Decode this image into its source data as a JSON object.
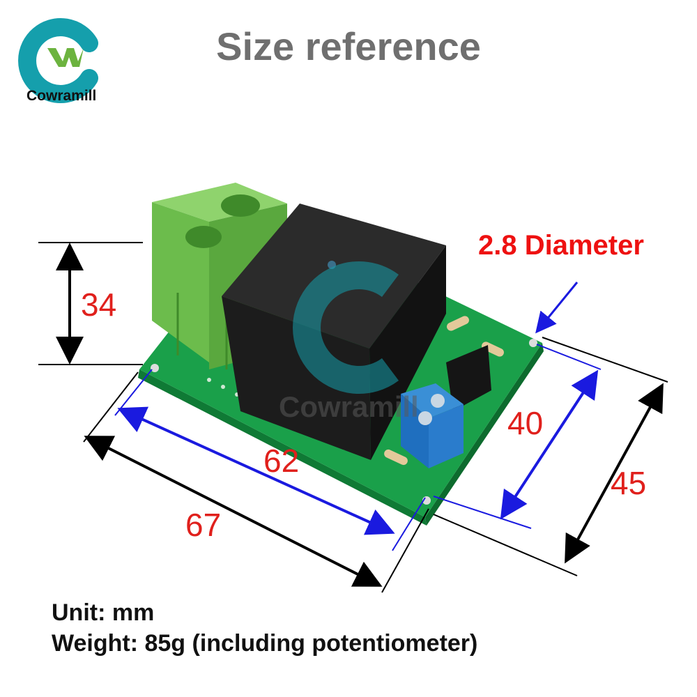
{
  "header": {
    "title": "Size reference"
  },
  "logo": {
    "brand_name": "Cowramill",
    "colors": {
      "ring": "#159fac",
      "mark": "#6cb33f"
    }
  },
  "watermark": {
    "text": "Cowramill"
  },
  "dimensions": {
    "height": "34",
    "inner_length": "62",
    "outer_length": "67",
    "inner_width": "40",
    "outer_width": "45",
    "hole": "2.8 Diameter"
  },
  "notes": {
    "unit": "Unit: mm",
    "weight": "Weight: 85g (including potentiometer)"
  },
  "colors": {
    "dimension_text": "#e0201c",
    "inner_lines": "#1a1adf",
    "outer_lines": "#000000",
    "pcb": "#1aa04a"
  }
}
